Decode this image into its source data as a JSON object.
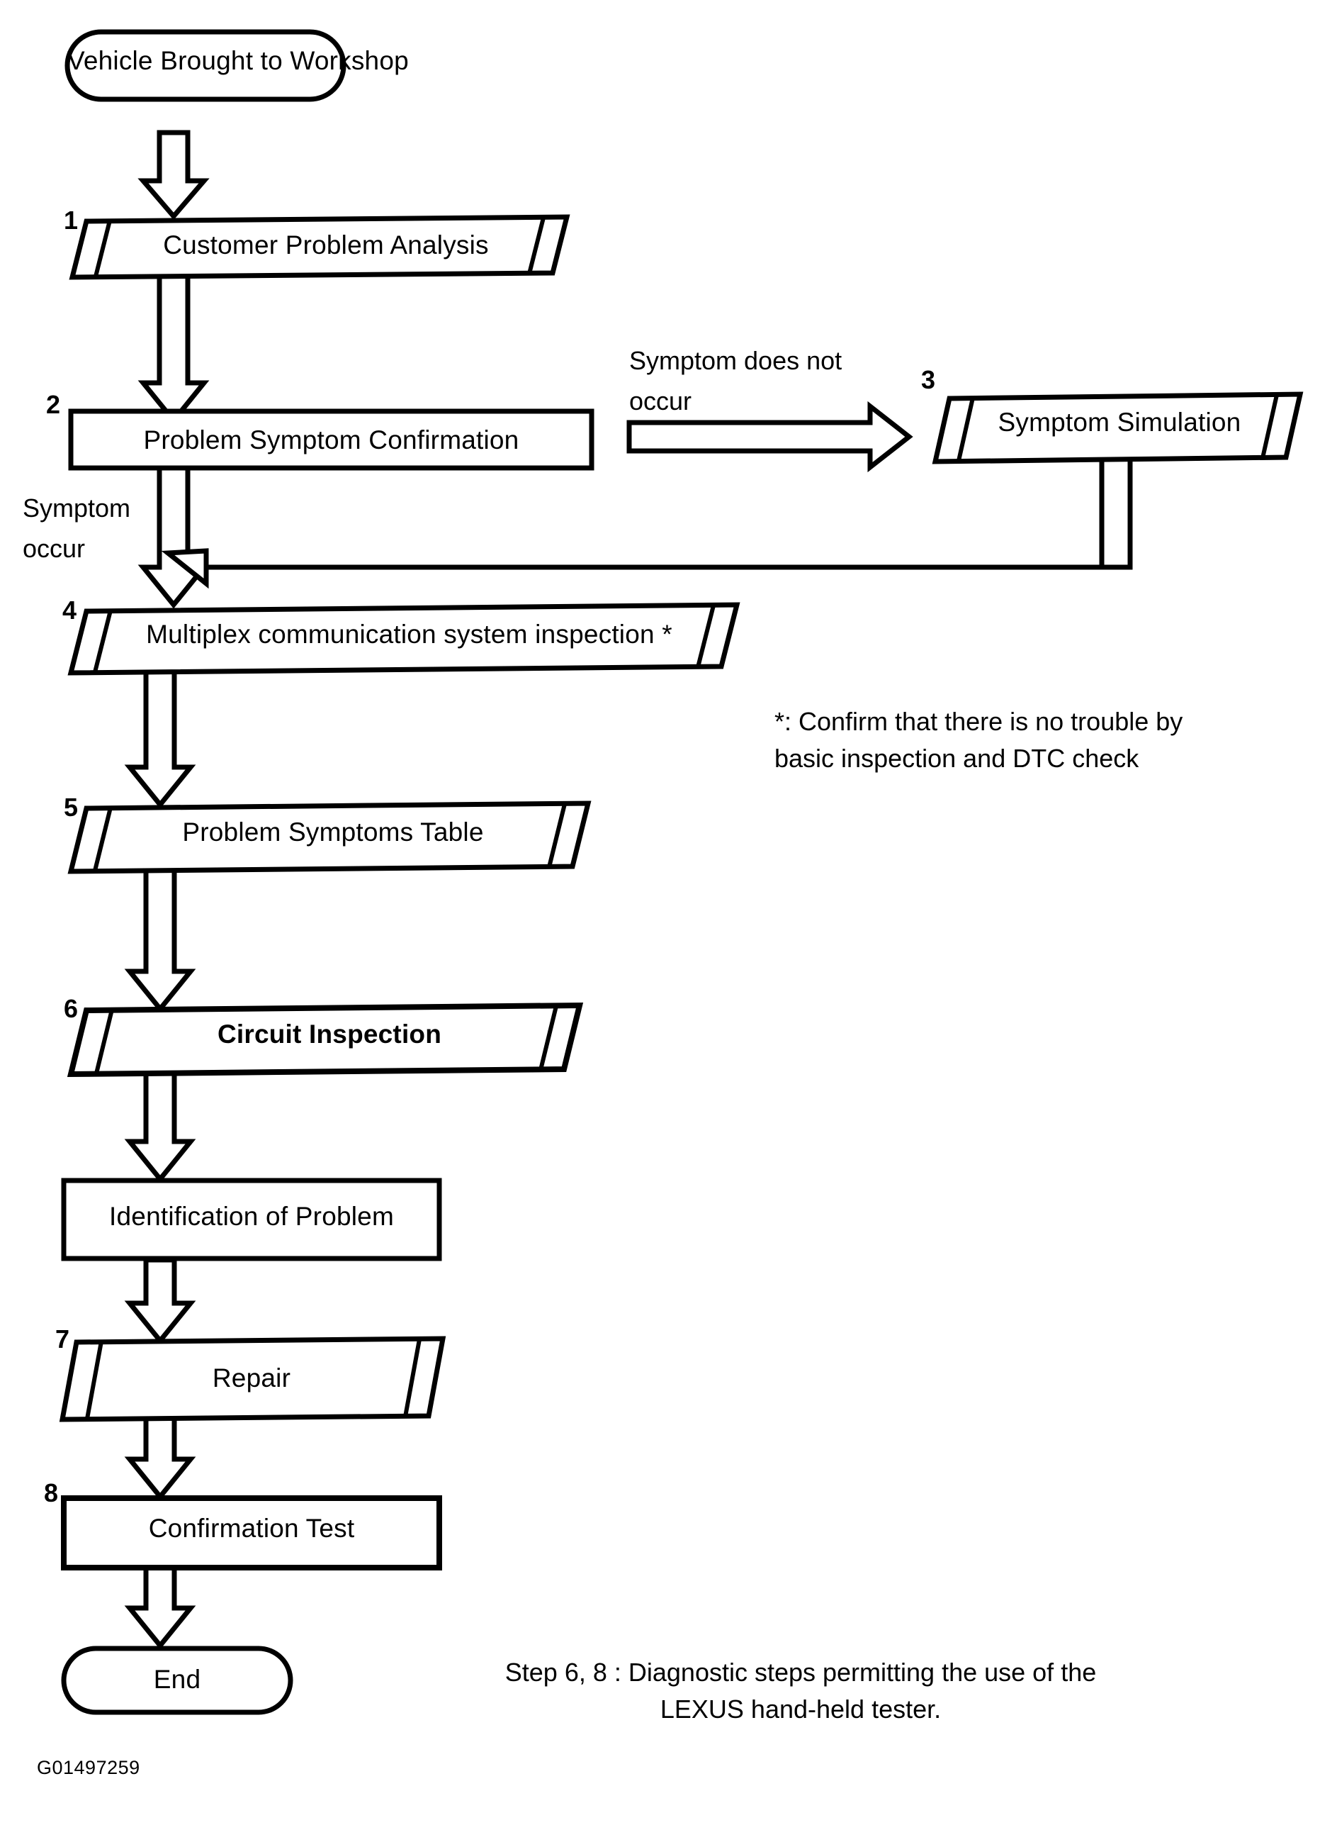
{
  "diagram": {
    "title": "Diagnostic Procedure Flowchart",
    "figure_id": "G01497259",
    "stroke_color": "#000000",
    "fill_color": "#ffffff",
    "nodes": [
      {
        "id": "start",
        "step": "",
        "label": "Vehicle Brought to Workshop",
        "shape": "terminator"
      },
      {
        "id": "step1",
        "step": "1",
        "label": "Customer Problem Analysis",
        "shape": "double-parallelogram"
      },
      {
        "id": "step2",
        "step": "2",
        "label": "Problem Symptom Confirmation",
        "shape": "rectangle"
      },
      {
        "id": "step3",
        "step": "3",
        "label": "Symptom Simulation",
        "shape": "double-parallelogram"
      },
      {
        "id": "step4",
        "step": "4",
        "label": "Multiplex communication system inspection *",
        "shape": "double-parallelogram"
      },
      {
        "id": "step5",
        "step": "5",
        "label": "Problem Symptoms Table",
        "shape": "double-parallelogram"
      },
      {
        "id": "step6",
        "step": "6",
        "label": "Circuit Inspection",
        "shape": "double-parallelogram",
        "bold": true
      },
      {
        "id": "ident",
        "step": "",
        "label": "Identification of Problem",
        "shape": "rectangle"
      },
      {
        "id": "step7",
        "step": "7",
        "label": "Repair",
        "shape": "double-parallelogram"
      },
      {
        "id": "step8",
        "step": "8",
        "label": "Confirmation Test",
        "shape": "rectangle"
      },
      {
        "id": "end",
        "step": "",
        "label": "End",
        "shape": "terminator"
      }
    ],
    "edge_labels": {
      "symptom_not_occur_line1": "Symptom does not",
      "symptom_not_occur_line2": "occur",
      "symptom_occur_line1": "Symptom",
      "symptom_occur_line2": "occur"
    },
    "notes": {
      "asterisk_line1": "*: Confirm that there is no trouble by",
      "asterisk_line2": "basic inspection and DTC check",
      "footer_line1": "Step 6, 8 : Diagnostic steps permitting the use of the",
      "footer_line2": "LEXUS hand-held tester."
    }
  }
}
